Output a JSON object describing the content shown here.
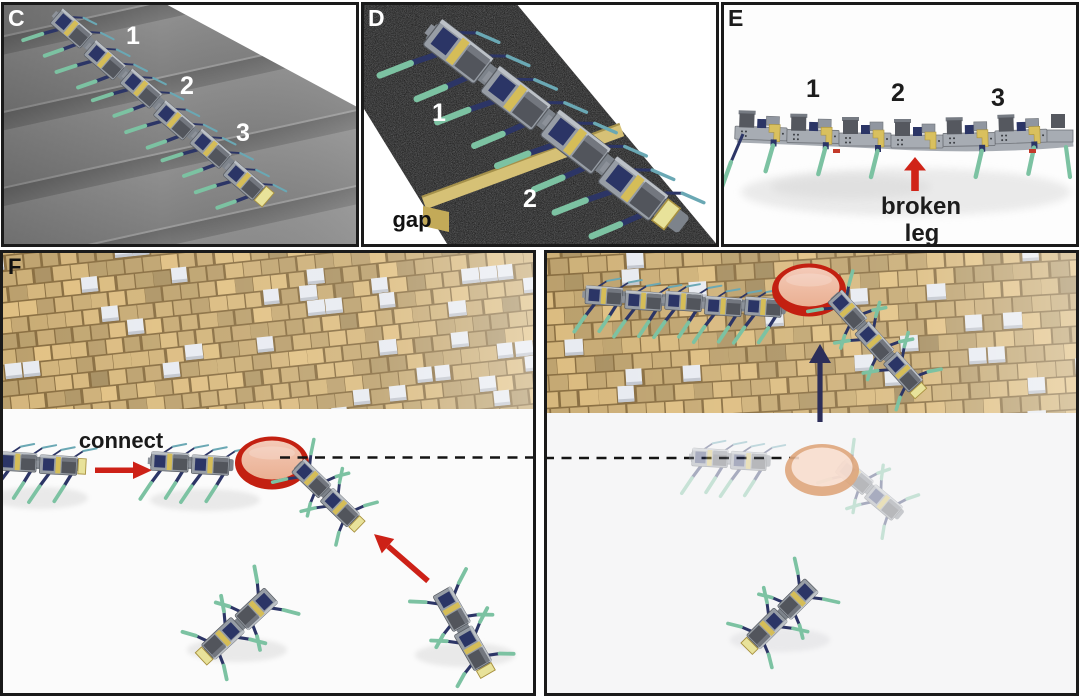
{
  "figure_type": "scientific-figure",
  "panels": {
    "c": {
      "label": "C",
      "marks": [
        "1",
        "2",
        "3"
      ],
      "scene": "robot chain descending stairs"
    },
    "d": {
      "label": "D",
      "marks": [
        "1",
        "2"
      ],
      "gap_label": "gap",
      "scene": "robot chain crossing gap in rough terrain"
    },
    "e": {
      "label": "E",
      "marks": [
        "1",
        "2",
        "3"
      ],
      "broken_line1": "broken",
      "broken_line2": "leg",
      "scene": "robot chain side view with broken leg"
    },
    "f": {
      "label": "F",
      "connect_label": "connect",
      "scene": "robots connect and transport red dish over bricks"
    }
  },
  "colors": {
    "panel_border": "#1a1a1a",
    "accent_red": "#cd2117",
    "arrow_navy": "#2c2e59",
    "dish_rim_red": "#c32011",
    "dish_fill_salmon": "#f2bca6",
    "ghost_dish_rim": "#dc9468",
    "brick_tan": "#d4b579",
    "brick_white": "#e8ebf1",
    "stair_gray": "#8c8c8c",
    "asphalt_dark": "#262626",
    "gap_yellow": "#d9c57a",
    "robot_body_gray": "#9aa0a8",
    "robot_navy": "#2b3566",
    "robot_yellow": "#d9c05e",
    "leg_teal": "#7cc2a2"
  }
}
